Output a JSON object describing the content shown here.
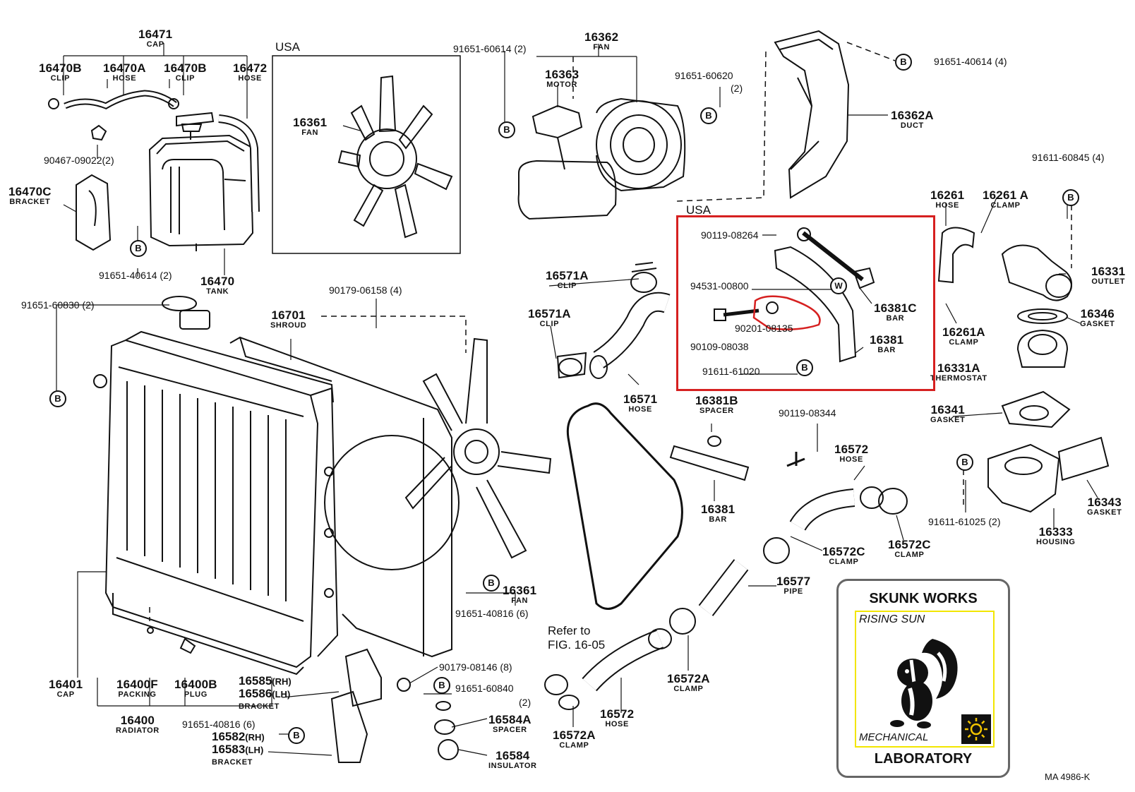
{
  "regions": {
    "usa_fan_inset": "USA",
    "usa_bar_inset": "USA"
  },
  "labels": [
    {
      "id": "16471",
      "num": "16471",
      "sub": "CAP"
    },
    {
      "id": "16470B-a",
      "num": "16470B",
      "sub": "CLIP"
    },
    {
      "id": "16470A",
      "num": "16470A",
      "sub": "HOSE"
    },
    {
      "id": "16470B-b",
      "num": "16470B",
      "sub": "CLIP"
    },
    {
      "id": "16472",
      "num": "16472",
      "sub": "HOSE"
    },
    {
      "id": "16470C",
      "num": "16470C",
      "sub": "BRACKET"
    },
    {
      "id": "16470",
      "num": "16470",
      "sub": "TANK"
    },
    {
      "id": "16361-top",
      "num": "16361",
      "sub": "FAN"
    },
    {
      "id": "16362",
      "num": "16362",
      "sub": "FAN"
    },
    {
      "id": "16363",
      "num": "16363",
      "sub": "MOTOR"
    },
    {
      "id": "16362A",
      "num": "16362A",
      "sub": "DUCT"
    },
    {
      "id": "16261",
      "num": "16261",
      "sub": "HOSE"
    },
    {
      "id": "16261A-a",
      "num": "16261 A",
      "sub": "CLAMP"
    },
    {
      "id": "16331",
      "num": "16331",
      "sub": "OUTLET"
    },
    {
      "id": "16346",
      "num": "16346",
      "sub": "GASKET"
    },
    {
      "id": "16261A-b",
      "num": "16261A",
      "sub": "CLAMP"
    },
    {
      "id": "16331A",
      "num": "16331A",
      "sub": "THERMOSTAT"
    },
    {
      "id": "16341",
      "num": "16341",
      "sub": "GASKET"
    },
    {
      "id": "16343",
      "num": "16343",
      "sub": "GASKET"
    },
    {
      "id": "16333",
      "num": "16333",
      "sub": "HOUSING"
    },
    {
      "id": "16381C",
      "num": "16381C",
      "sub": "BAR"
    },
    {
      "id": "16381-inset",
      "num": "16381",
      "sub": "BAR"
    },
    {
      "id": "16571A-a",
      "num": "16571A",
      "sub": "CLIP"
    },
    {
      "id": "16571A-b",
      "num": "16571A",
      "sub": "CLIP"
    },
    {
      "id": "16571",
      "num": "16571",
      "sub": "HOSE"
    },
    {
      "id": "16701",
      "num": "16701",
      "sub": "SHROUD"
    },
    {
      "id": "16381B",
      "num": "16381B",
      "sub": "SPACER"
    },
    {
      "id": "16381-main",
      "num": "16381",
      "sub": "BAR"
    },
    {
      "id": "16572-a",
      "num": "16572",
      "sub": "HOSE"
    },
    {
      "id": "16572C-a",
      "num": "16572C",
      "sub": "CLAMP"
    },
    {
      "id": "16572C-b",
      "num": "16572C",
      "sub": "CLAMP"
    },
    {
      "id": "16577",
      "num": "16577",
      "sub": "PIPE"
    },
    {
      "id": "16361-main",
      "num": "16361",
      "sub": "FAN"
    },
    {
      "id": "16572A-a",
      "num": "16572A",
      "sub": "CLAMP"
    },
    {
      "id": "16572-b",
      "num": "16572",
      "sub": "HOSE"
    },
    {
      "id": "16572A-b",
      "num": "16572A",
      "sub": "CLAMP"
    },
    {
      "id": "16584A",
      "num": "16584A",
      "sub": "SPACER"
    },
    {
      "id": "16584",
      "num": "16584",
      "sub": "INSULATOR"
    },
    {
      "id": "16401",
      "num": "16401",
      "sub": "CAP"
    },
    {
      "id": "16400F",
      "num": "16400F",
      "sub": "PACKING"
    },
    {
      "id": "16400B",
      "num": "16400B",
      "sub": "PLUG"
    },
    {
      "id": "16400",
      "num": "16400",
      "sub": "RADIATOR"
    }
  ],
  "bracket_labels": {
    "rh_lh_top": {
      "rh": "16585",
      "rh_tag": "(RH)",
      "lh": "16586",
      "lh_tag": "(LH)",
      "sub": "BRACKET"
    },
    "rh_lh_bottom": {
      "rh": "16582",
      "rh_tag": "(RH)",
      "lh": "16583",
      "lh_tag": "(LH)",
      "sub": "BRACKET"
    }
  },
  "part_numbers": {
    "p_90467_09022": "90467-09022(2)",
    "p_91651_40614_2": "91651-40614 (2)",
    "p_91651_60614": "91651-60614 (2)",
    "p_91651_60620": "91651-60620",
    "p_91651_60620_qty": "(2)",
    "p_91651_40614_4": "91651-40614 (4)",
    "p_91611_60845": "91611-60845 (4)",
    "p_91651_60830": "91651-60830 (2)",
    "p_90179_06158": "90179-06158 (4)",
    "p_90119_08264": "90119-08264",
    "p_94531_00800": "94531-00800",
    "p_90109_08038": "90109-08038",
    "p_90201_08135": "90201-08135",
    "p_91611_61020": "91611-61020",
    "p_90119_08344": "90119-08344",
    "p_91611_61025": "91611-61025 (2)",
    "p_91651_40816_6a": "91651-40816 (6)",
    "p_90179_08146": "90179-08146 (8)",
    "p_91651_60840": "91651-60840",
    "p_91651_60840_qty": "(2)",
    "p_91651_40816_6b": "91651-40816 (6)"
  },
  "refer_to": {
    "line1": "Refer to",
    "line2": "FIG. 16-05"
  },
  "badge_b": "B",
  "badge_w": "W",
  "logo": {
    "title": "SKUNK WORKS",
    "rising": "RISING SUN",
    "mechanical": "MECHANICAL",
    "laboratory": "LABORATORY"
  },
  "footer_code": "MA  4986-K",
  "colors": {
    "highlight": "#d62020",
    "logo_border": "#666666",
    "logo_inner_border": "#f2e600",
    "line": "#111111"
  }
}
